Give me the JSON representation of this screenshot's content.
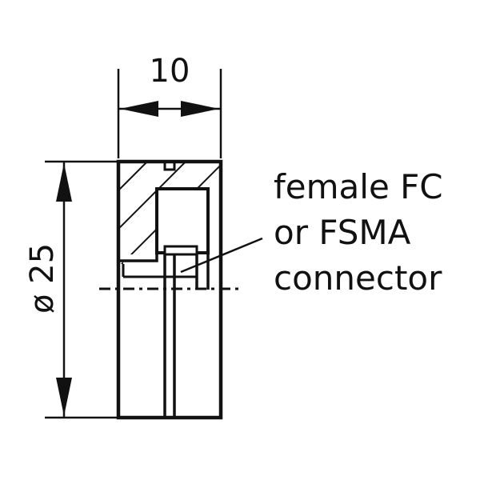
{
  "dimensions": {
    "width": "10",
    "diameter": "ø 25"
  },
  "callout": {
    "lines": [
      "female FC",
      "or FSMA",
      "connector"
    ]
  }
}
